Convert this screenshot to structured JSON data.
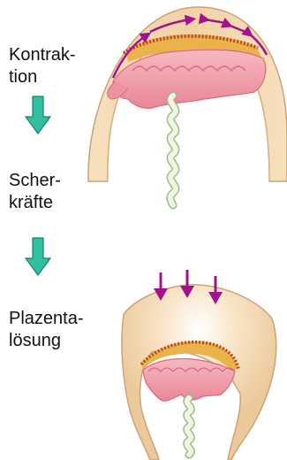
{
  "steps": [
    {
      "label": "Kontrak-\ntion"
    },
    {
      "label": "Scher-\nkräfte"
    },
    {
      "label": "Plazenta-\nlösung"
    }
  ],
  "colors": {
    "uterus_wall": "#f3d7ad",
    "uterus_wall_outline": "#caa37a",
    "placenta": "#f29aa7",
    "placenta_dark": "#e07385",
    "decidua": "#c25a1e",
    "decidua_gold": "#eab24a",
    "cord": "#e6f1d2",
    "cord_outline": "#9fb98a",
    "force_arrow": "#a2128d",
    "step_arrow": "#2fc0a0",
    "step_arrow_outline": "#16806a"
  },
  "icons": {
    "step_arrow": "down-arrow-icon",
    "force_arrow": "magenta-force-arrow"
  }
}
